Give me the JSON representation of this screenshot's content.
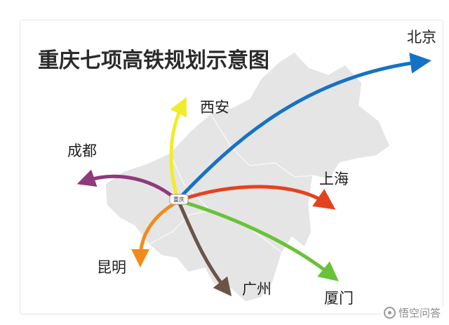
{
  "map": {
    "title": "重庆七项高铁规划示意图",
    "center": {
      "name": "重庆"
    },
    "routes": [
      {
        "id": "beijing",
        "destination": "北京",
        "color": "#1672c4"
      },
      {
        "id": "xian",
        "destination": "西安",
        "color": "#f1ec2a"
      },
      {
        "id": "chengdu",
        "destination": "成都",
        "color": "#8e3a7c"
      },
      {
        "id": "shanghai",
        "destination": "上海",
        "color": "#e4421e"
      },
      {
        "id": "kunming",
        "destination": "昆明",
        "color": "#f08c1c"
      },
      {
        "id": "guangzhou",
        "destination": "广州",
        "color": "#6b5446"
      },
      {
        "id": "xiamen",
        "destination": "厦门",
        "color": "#69c237"
      }
    ],
    "region_color": "#e5e5e5"
  },
  "watermark": {
    "text": "悟空问答",
    "icon": "wukong-logo-icon"
  }
}
